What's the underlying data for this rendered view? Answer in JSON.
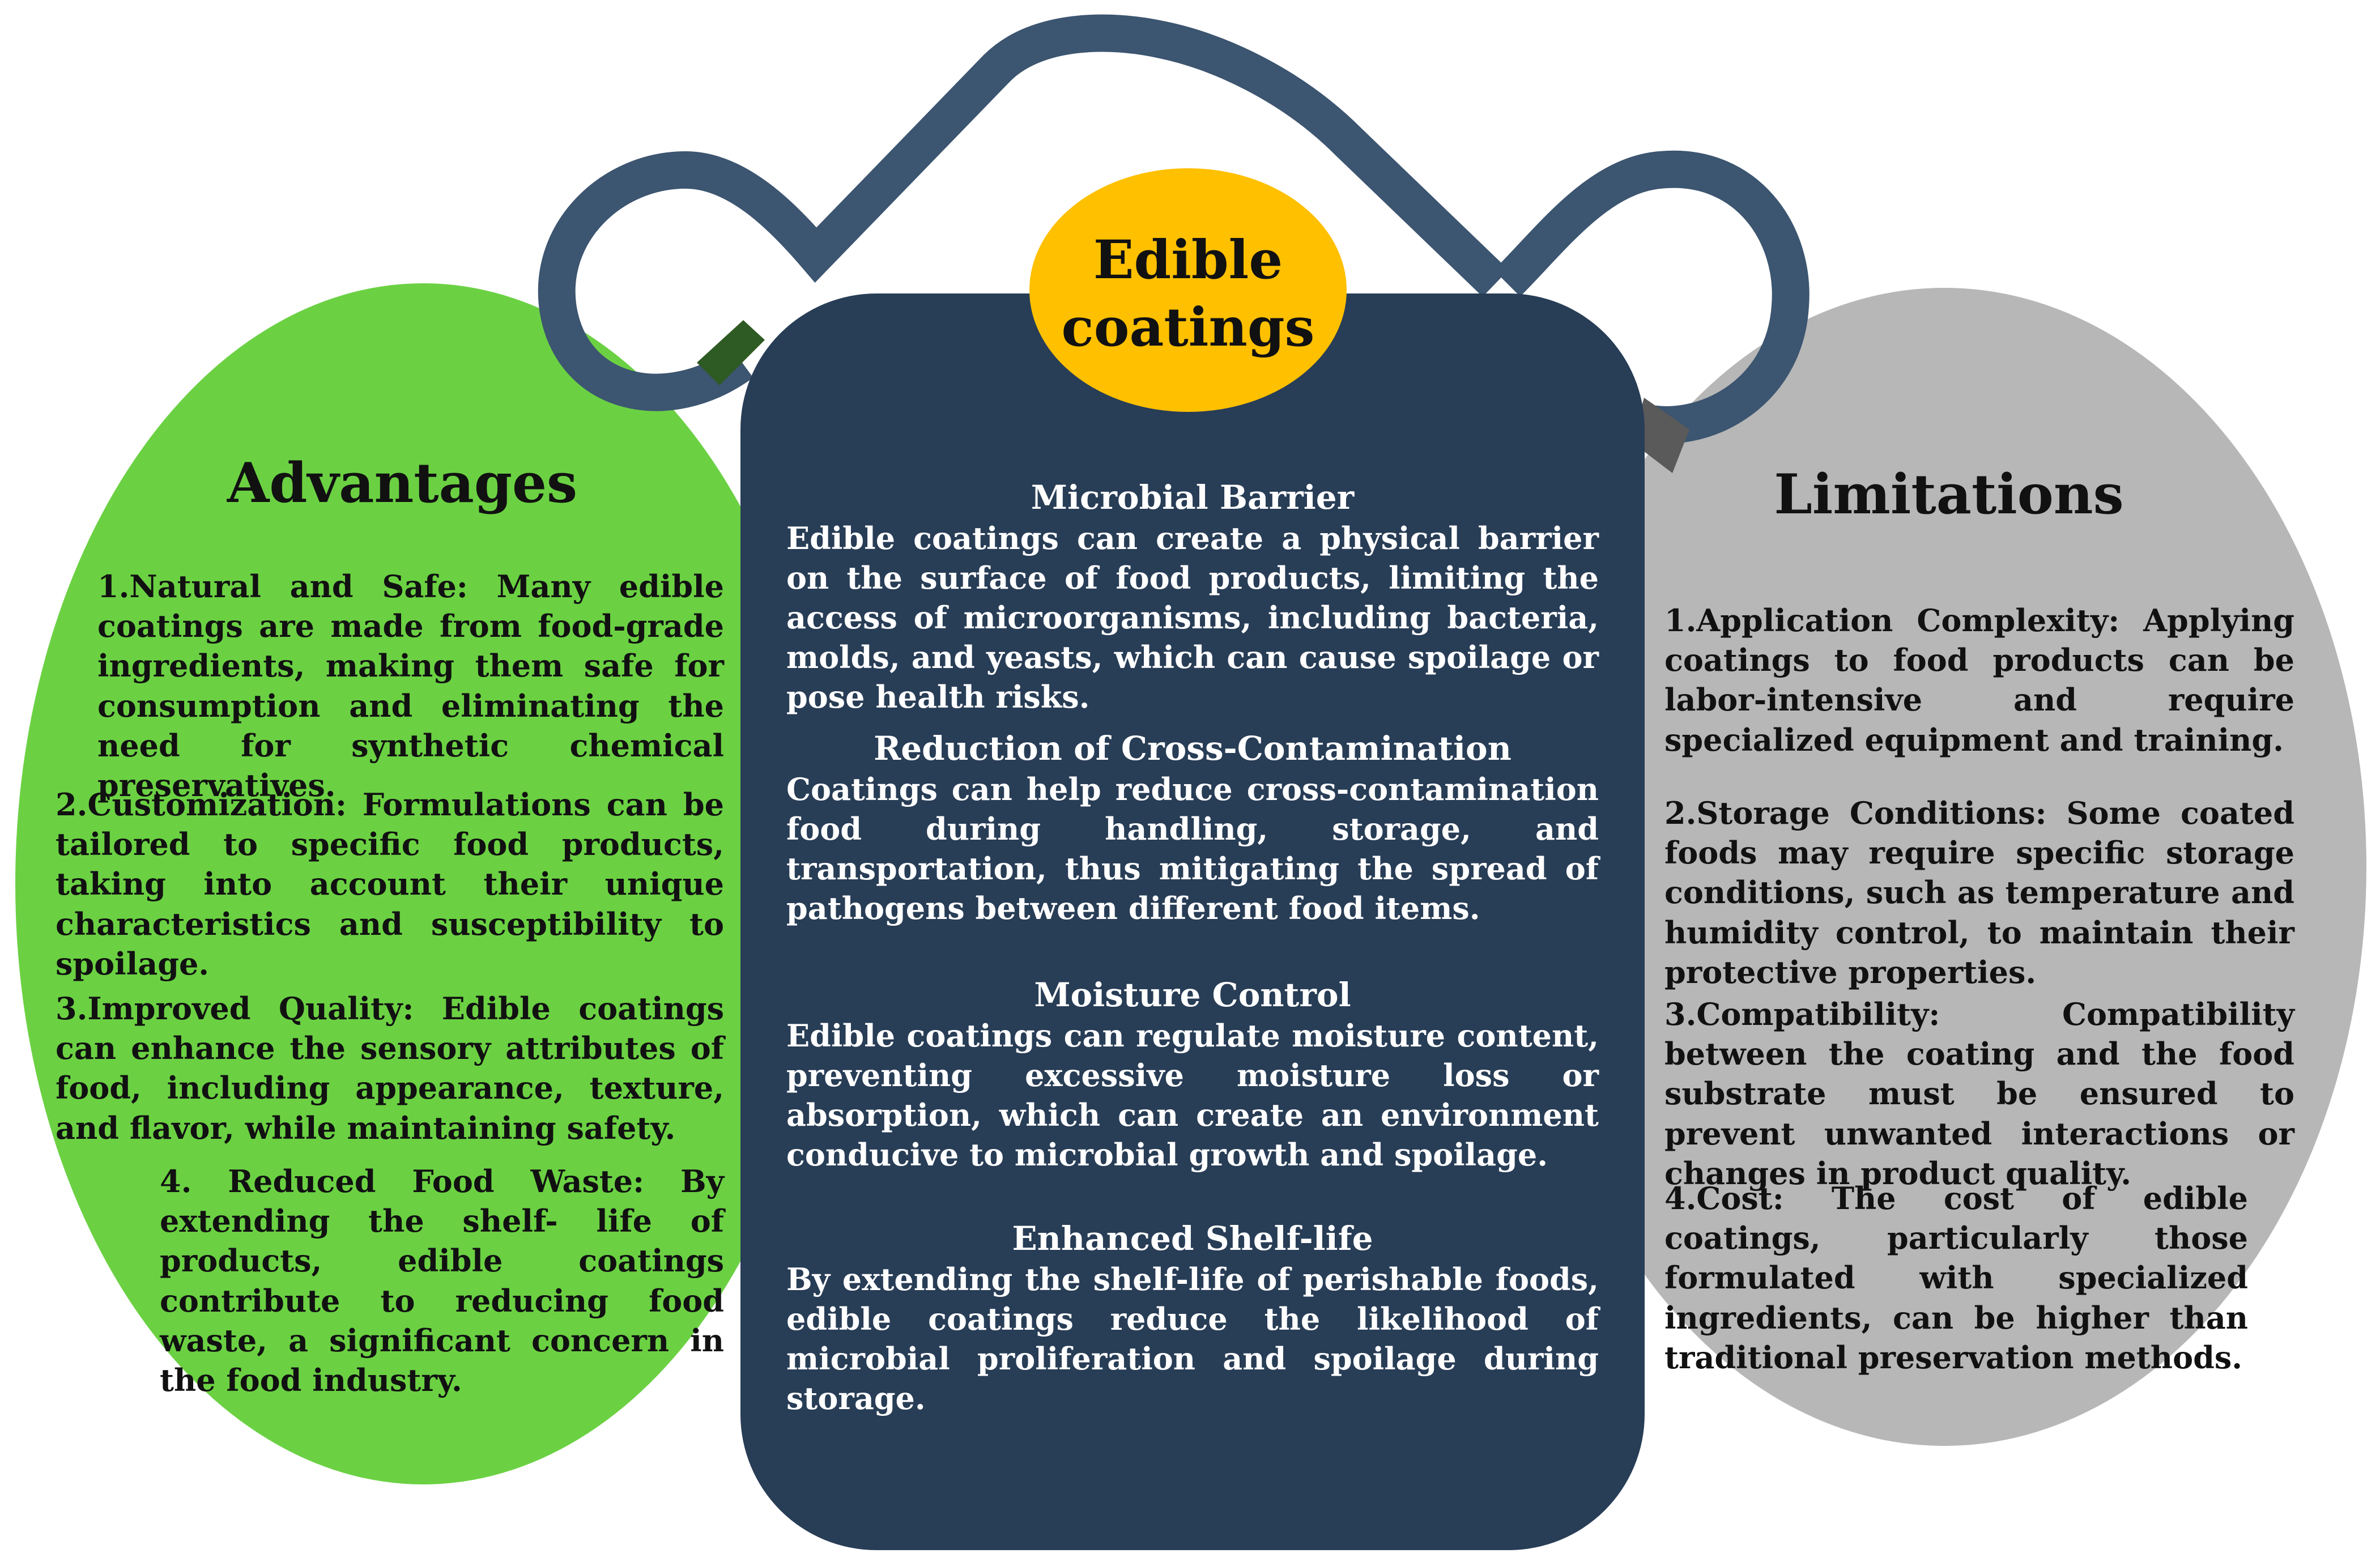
{
  "title": "Edible coatings",
  "title_lines": [
    "Edible",
    "coatings"
  ],
  "colors": {
    "advantages_panel": "#6bd143",
    "center_panel": "#283d56",
    "limitations_panel": "#b7b7b7",
    "title_badge": "#ffc000",
    "ribbon": "#3c5570"
  },
  "advantages": {
    "heading": "Advantages",
    "items": [
      "1.Natural and Safe: Many edible coatings are made from food-grade ingredients, making them safe for consumption and eliminating the need for synthetic chemical preservatives.",
      "2.Customization: Formulations can be tailored to specific food products, taking into account their unique characteristics and susceptibility to spoilage.",
      "3.Improved Quality: Edible coatings can enhance the sensory attributes of food, including appearance, texture, and flavor, while maintaining safety.",
      "4. Reduced Food Waste: By extending the shelf- life of products, edible coatings contribute to reducing food waste, a significant concern in the food industry."
    ]
  },
  "functions": [
    {
      "heading": "Microbial Barrier",
      "text": "Edible coatings can create a physical barrier on the surface of food products, limiting the access of microorganisms, including bacteria, molds, and yeasts, which can cause spoilage or pose health risks."
    },
    {
      "heading": "Reduction of Cross-Contamination",
      "text": "Coatings can help reduce cross-contamination food during handling, storage, and transportation, thus mitigating the spread of pathogens between different food items."
    },
    {
      "heading": "Moisture Control",
      "text": "Edible coatings can regulate moisture content, preventing excessive moisture loss or absorption, which can create an environment conducive to microbial growth and spoilage."
    },
    {
      "heading": "Enhanced Shelf-life",
      "text": "By extending the shelf-life of perishable foods, edible coatings reduce the likelihood of microbial proliferation and spoilage during storage."
    }
  ],
  "limitations": {
    "heading": "Limitations",
    "items": [
      "1.Application Complexity: Applying coatings to food products can be labor-intensive and require specialized equipment and training.",
      "2.Storage Conditions: Some coated foods may require specific storage conditions, such as temperature and humidity control, to maintain their protective properties.",
      "3.Compatibility: Compatibility between the coating and the food substrate must be ensured to prevent unwanted interactions or changes in product quality.",
      "4.Cost: The cost of edible coatings, particularly those formulated with specialized ingredients, can be higher than traditional preservation methods."
    ]
  }
}
